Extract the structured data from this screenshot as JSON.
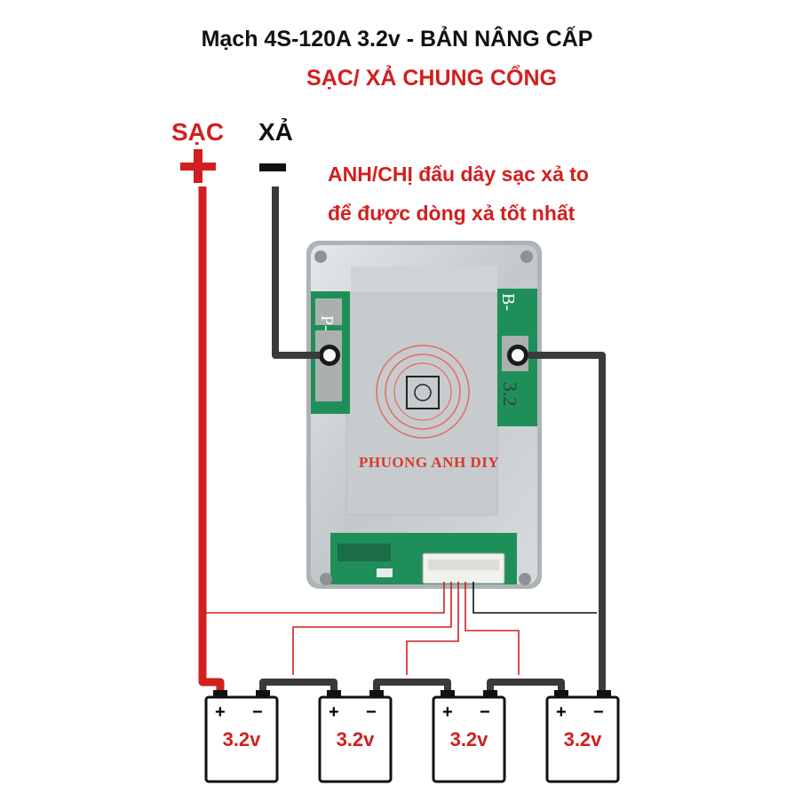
{
  "title": "Mạch 4S-120A 3.2v - BẢN NÂNG CẤP",
  "subtitle": "SẠC/ XẢ CHUNG CỔNG",
  "labels": {
    "charge": "SẠC",
    "discharge": "XẢ",
    "plus_sign": "+",
    "minus_sign": "−"
  },
  "note": {
    "line1": "ANH/CHỊ đấu dây sạc xả to",
    "line2": "để được dòng xả tốt nhất"
  },
  "board": {
    "p_terminal": "P-",
    "b_terminal": "B-",
    "voltage_mark": "3.2",
    "watermark": "PHUONG ANH DIY"
  },
  "batteries": [
    {
      "voltage": "3.2v",
      "plus": "+",
      "minus": "−"
    },
    {
      "voltage": "3.2v",
      "plus": "+",
      "minus": "−"
    },
    {
      "voltage": "3.2v",
      "plus": "+",
      "minus": "−"
    },
    {
      "voltage": "3.2v",
      "plus": "+",
      "minus": "−"
    }
  ],
  "colors": {
    "red": "#d21f1f",
    "black": "#111111",
    "wire_gray": "#3a3a3a",
    "board_silver": "#c9cdd0",
    "pcb_green": "#1f8f5a"
  }
}
